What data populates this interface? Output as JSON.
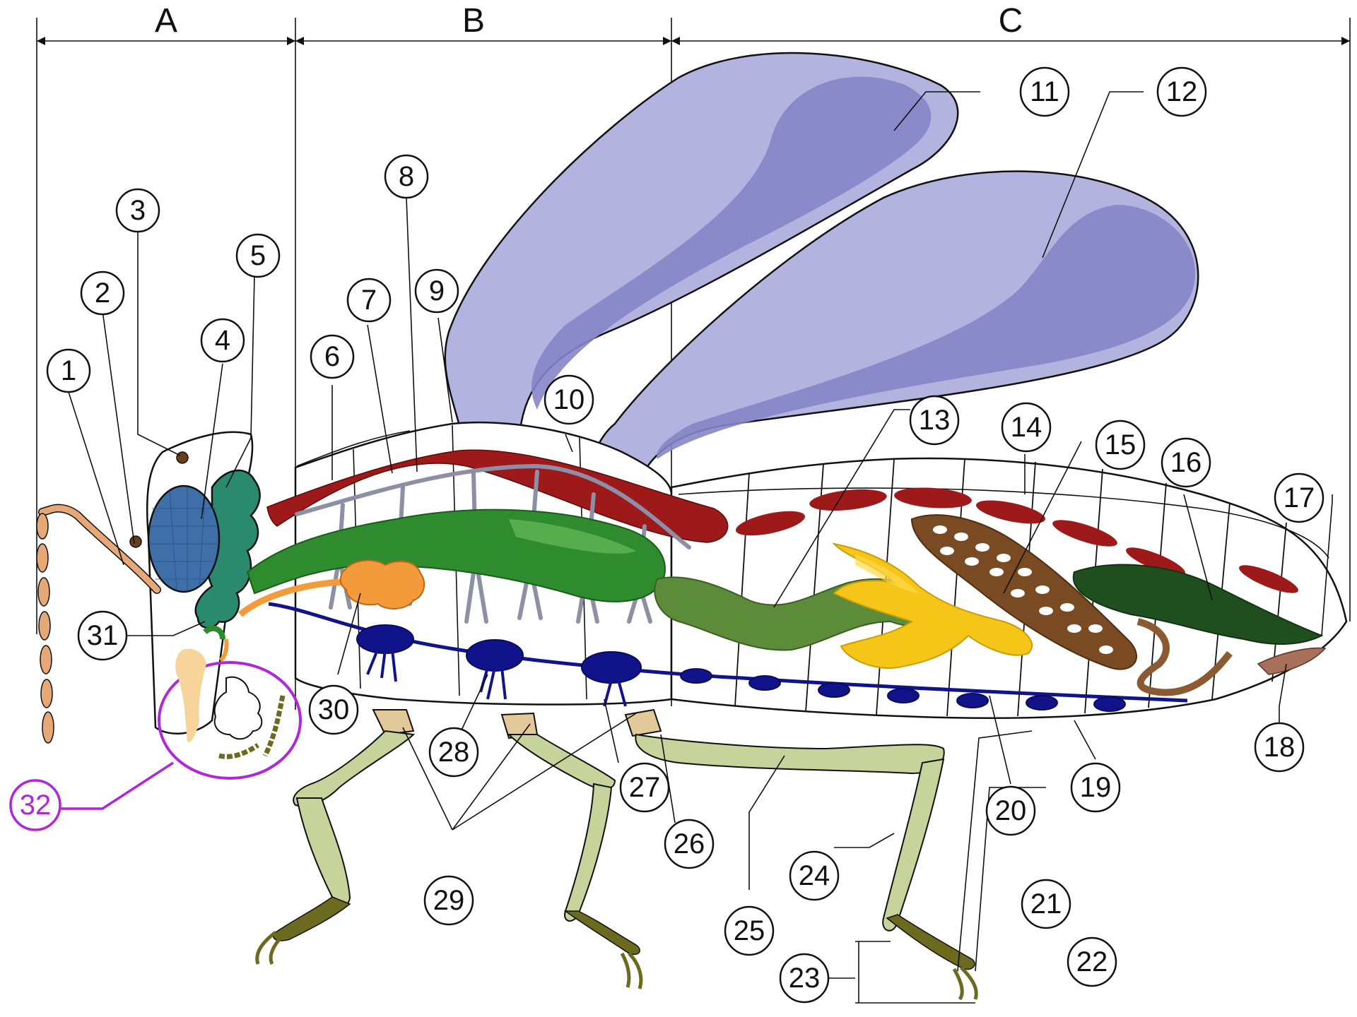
{
  "sections": [
    {
      "id": "A",
      "label": "A"
    },
    {
      "id": "B",
      "label": "B"
    },
    {
      "id": "C",
      "label": "C"
    }
  ],
  "callouts": [
    {
      "n": "1"
    },
    {
      "n": "2"
    },
    {
      "n": "3"
    },
    {
      "n": "4"
    },
    {
      "n": "5"
    },
    {
      "n": "6"
    },
    {
      "n": "7"
    },
    {
      "n": "8"
    },
    {
      "n": "9"
    },
    {
      "n": "10"
    },
    {
      "n": "11"
    },
    {
      "n": "12"
    },
    {
      "n": "13"
    },
    {
      "n": "14"
    },
    {
      "n": "15"
    },
    {
      "n": "16"
    },
    {
      "n": "17"
    },
    {
      "n": "18"
    },
    {
      "n": "19"
    },
    {
      "n": "20"
    },
    {
      "n": "21"
    },
    {
      "n": "22"
    },
    {
      "n": "23"
    },
    {
      "n": "24"
    },
    {
      "n": "25"
    },
    {
      "n": "26"
    },
    {
      "n": "27"
    },
    {
      "n": "28"
    },
    {
      "n": "29"
    },
    {
      "n": "30"
    },
    {
      "n": "31"
    },
    {
      "n": "32"
    }
  ],
  "colors": {
    "wing": "#b3b3e0",
    "wing_shade": "#8585c8",
    "dorsal_vessel": "#9e1a1a",
    "gut_green": "#2e8b2e",
    "hindgut_green": "#5c8c3a",
    "nerve_cord": "#11138a",
    "trachea": "#8d8fa6",
    "head_green": "#2a8a6e",
    "eye": "#3f6fa8",
    "antenna": "#e7a877",
    "legs": "#c6d39b",
    "claws": "#6b6a1e",
    "malpighian": "#f5c518",
    "ovary": "#7a4a22",
    "salivary": "#f39a3a",
    "highlight_circle": "#b026d9"
  }
}
